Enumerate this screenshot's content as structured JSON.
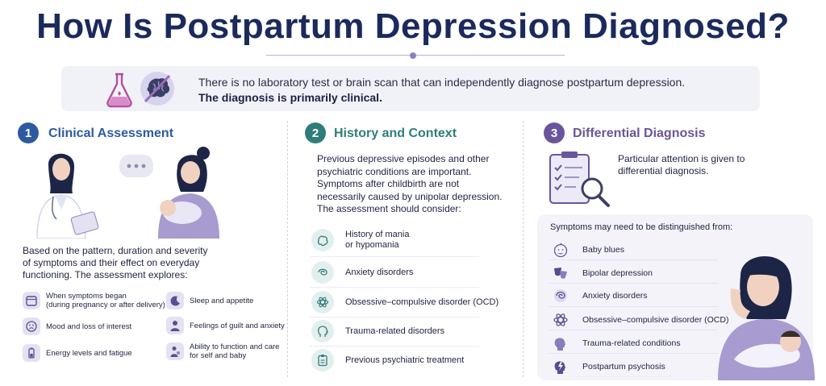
{
  "title": "How Is Postpartum Depression Diagnosed?",
  "banner": {
    "line1": "There is no laboratory test or brain scan that can independently diagnose postpartum depression.",
    "line2": "The diagnosis is primarily clinical."
  },
  "colors": {
    "navy": "#1b2a5c",
    "blue": "#2c5aa0",
    "teal": "#2f7d7a",
    "purple": "#6a559c",
    "lavender": "#e4e1f2"
  },
  "sections": [
    {
      "number": "1",
      "title": "Clinical Assessment",
      "text": [
        "Based on the pattern, duration and severity",
        "of symptoms and their effect on everyday",
        "functioning. The assessment explores:"
      ],
      "items": [
        {
          "icon": "calendar-icon",
          "lines": [
            "When symptoms began",
            "(during pregnancy or after delivery)"
          ]
        },
        {
          "icon": "moon-icon",
          "lines": [
            "Sleep and appetite"
          ]
        },
        {
          "icon": "sad-face-icon",
          "lines": [
            "Mood and loss of interest"
          ]
        },
        {
          "icon": "person-icon",
          "lines": [
            "Feelings of guilt and anxiety"
          ]
        },
        {
          "icon": "battery-icon",
          "lines": [
            "Energy levels and fatigue"
          ]
        },
        {
          "icon": "mother-baby-icon",
          "lines": [
            "Ability to function and care",
            "for self and baby"
          ]
        }
      ]
    },
    {
      "number": "2",
      "title": "History and Context",
      "text": [
        "Previous depressive episodes and other",
        "psychiatric conditions are important.",
        "Symptoms after childbirth are not",
        "necessarily caused by unipolar depression.",
        "The assessment should consider:"
      ],
      "items": [
        {
          "icon": "brain-icon",
          "lines": [
            "History of mania",
            "or hypomania"
          ]
        },
        {
          "icon": "tangle-icon",
          "lines": [
            "Anxiety disorders"
          ]
        },
        {
          "icon": "atom-icon",
          "lines": [
            "Obsessive–compulsive disorder (OCD)"
          ]
        },
        {
          "icon": "head-icon",
          "lines": [
            "Trauma-related disorders"
          ]
        },
        {
          "icon": "clipboard-icon",
          "lines": [
            "Previous psychiatric treatment"
          ]
        }
      ]
    },
    {
      "number": "3",
      "title": "Differential Diagnosis",
      "text": [
        "Particular attention is given to",
        "differential diagnosis."
      ],
      "box_heading": "Symptoms may need to be distinguished from:",
      "items": [
        {
          "icon": "baby-face-icon",
          "label": "Baby blues"
        },
        {
          "icon": "masks-icon",
          "label": "Bipolar depression"
        },
        {
          "icon": "tangle-icon",
          "label": "Anxiety disorders"
        },
        {
          "icon": "atom-icon",
          "label": "Obsessive–compulsive disorder (OCD)"
        },
        {
          "icon": "head-icon",
          "label": "Trauma-related conditions"
        },
        {
          "icon": "lightning-head-icon",
          "label": "Postpartum psychosis"
        }
      ]
    }
  ]
}
